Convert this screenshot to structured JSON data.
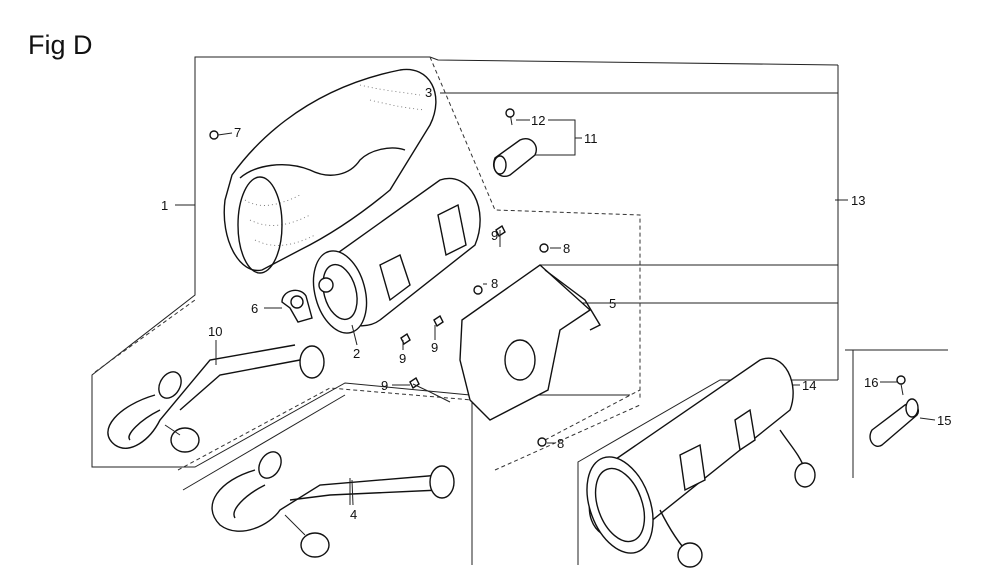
{
  "figure": {
    "title": "Fig D"
  },
  "callouts": [
    {
      "id": "c1",
      "text": "1"
    },
    {
      "id": "c2",
      "text": "2"
    },
    {
      "id": "c3",
      "text": "3"
    },
    {
      "id": "c4",
      "text": "4"
    },
    {
      "id": "c5",
      "text": "5"
    },
    {
      "id": "c6",
      "text": "6"
    },
    {
      "id": "c7",
      "text": "7"
    },
    {
      "id": "c8a",
      "text": "8"
    },
    {
      "id": "c8b",
      "text": "8"
    },
    {
      "id": "c8c",
      "text": "8"
    },
    {
      "id": "c9a",
      "text": "9"
    },
    {
      "id": "c9b",
      "text": "9"
    },
    {
      "id": "c9c",
      "text": "9"
    },
    {
      "id": "c9d",
      "text": "9"
    },
    {
      "id": "c10",
      "text": "10"
    },
    {
      "id": "c11",
      "text": "11"
    },
    {
      "id": "c12",
      "text": "12"
    },
    {
      "id": "c13",
      "text": "13"
    },
    {
      "id": "c14",
      "text": "14"
    },
    {
      "id": "c15",
      "text": "15"
    },
    {
      "id": "c16",
      "text": "16"
    }
  ]
}
